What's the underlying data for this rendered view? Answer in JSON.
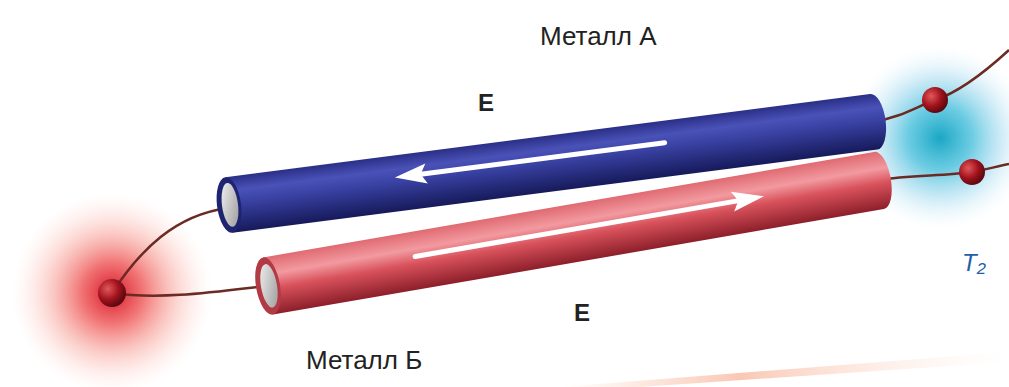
{
  "diagram": {
    "labels": [
      "Металл А",
      "E",
      "E",
      "Металл Б",
      "T₂"
    ]
  }
}
